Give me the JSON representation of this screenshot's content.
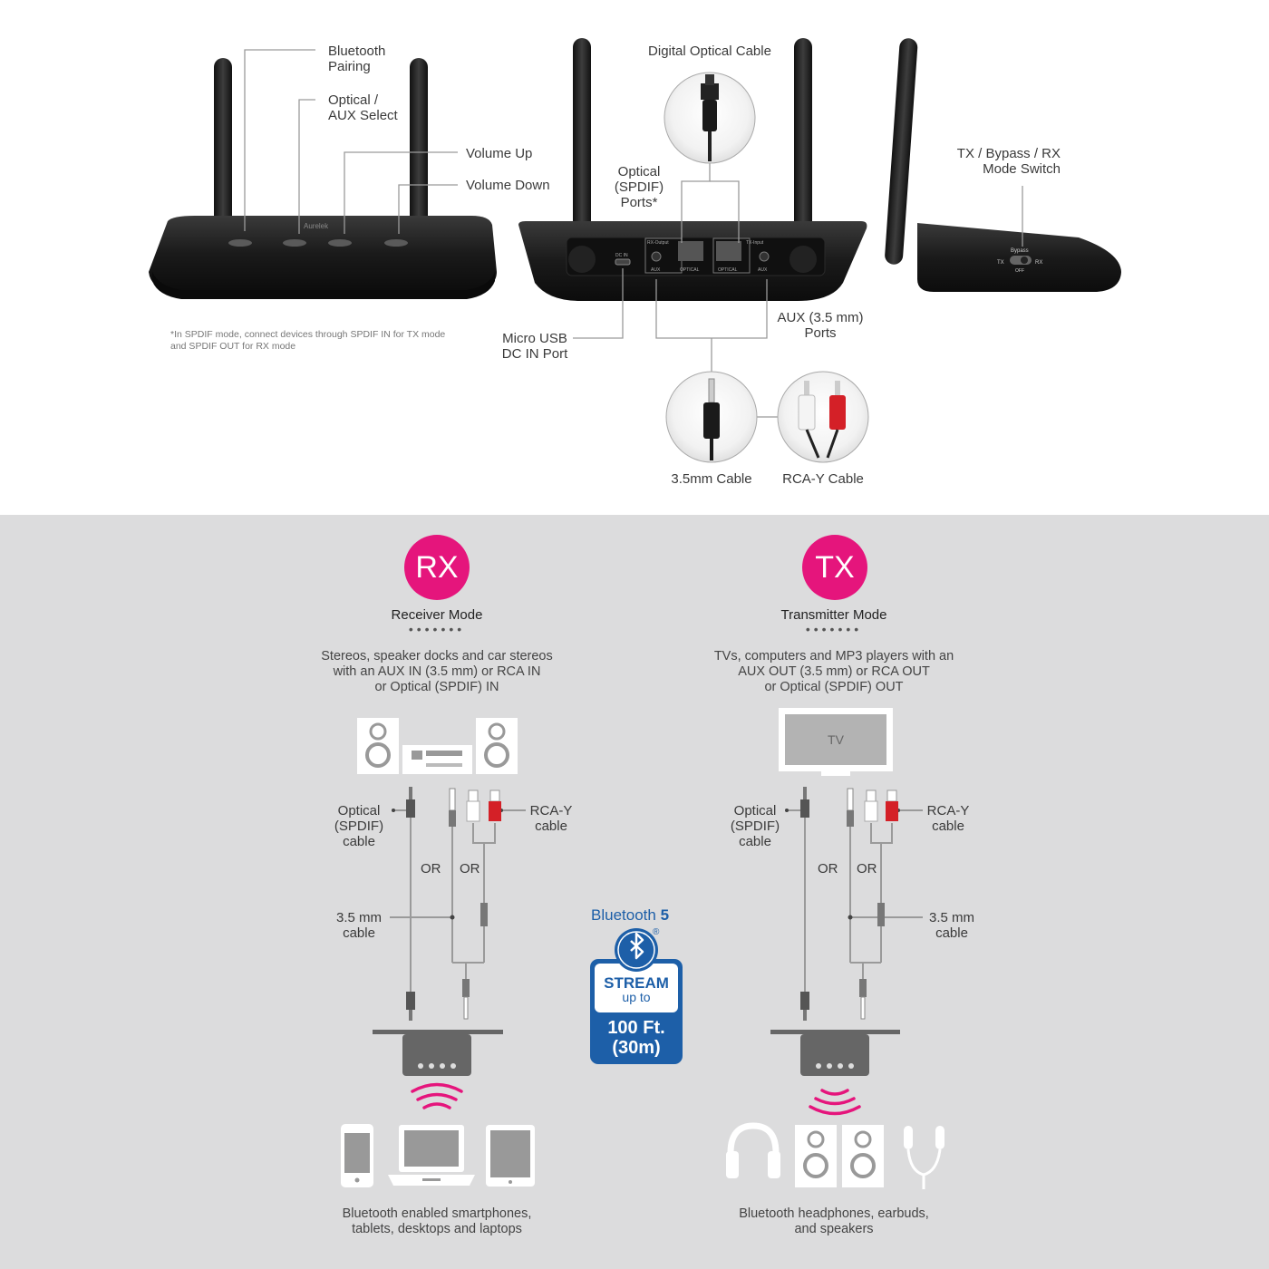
{
  "top": {
    "labels": {
      "bt_pairing": "Bluetooth\nPairing",
      "optical_aux": "Optical /\nAUX Select",
      "vol_up": "Volume Up",
      "vol_down": "Volume Down",
      "digital_optical": "Digital Optical Cable",
      "optical_ports": "Optical\n(SPDIF)\nPorts*",
      "mode_switch": "TX / Bypass / RX\nMode Switch",
      "micro_usb": "Micro USB\nDC IN Port",
      "aux_ports": "AUX (3.5 mm)\nPorts",
      "cable_35": "3.5mm Cable",
      "cable_rca": "RCA-Y Cable",
      "footnote": "*In SPDIF mode, connect devices through SPDIF IN for TX mode\nand SPDIF OUT for RX mode"
    },
    "device_marks": {
      "brand": "Aurelek",
      "dc_in": "DC IN",
      "rx_output": "RX-Output",
      "tx_input": "TX-Input",
      "aux": "AUX",
      "optical": "OPTICAL",
      "bypass": "Bypass",
      "tx": "TX",
      "rx": "RX",
      "off": "OFF"
    }
  },
  "rx": {
    "badge": "RX",
    "title": "Receiver Mode",
    "dots": "•••••••",
    "desc": "Stereos, speaker docks and car stereos\nwith an AUX IN (3.5 mm) or RCA IN\nor Optical (SPDIF) IN",
    "optical_label": "Optical\n(SPDIF)\ncable",
    "rca_label": "RCA-Y\ncable",
    "or1": "OR",
    "or2": "OR",
    "mm_label": "3.5 mm\ncable",
    "bottom": "Bluetooth enabled smartphones,\ntablets, desktops and laptops"
  },
  "tx": {
    "badge": "TX",
    "title": "Transmitter Mode",
    "dots": "•••••••",
    "desc": "TVs, computers and MP3 players with an\nAUX OUT (3.5 mm) or RCA OUT\nor Optical (SPDIF) OUT",
    "tv": "TV",
    "optical_label": "Optical\n(SPDIF)\ncable",
    "rca_label": "RCA-Y\ncable",
    "or1": "OR",
    "or2": "OR",
    "mm_label": "3.5 mm\ncable",
    "bottom": "Bluetooth headphones, earbuds,\nand speakers"
  },
  "bt": {
    "title": "Bluetooth",
    "version": "5",
    "reg": "®",
    "stream": "STREAM",
    "upto": "up to",
    "distance": "100 Ft.\n(30m)"
  },
  "colors": {
    "magenta": "#e5157c",
    "bt_blue": "#1d5fa8",
    "panel_gray": "#dcdcdd",
    "device_black": "#1c1c1c",
    "rca_red": "#d42027"
  }
}
